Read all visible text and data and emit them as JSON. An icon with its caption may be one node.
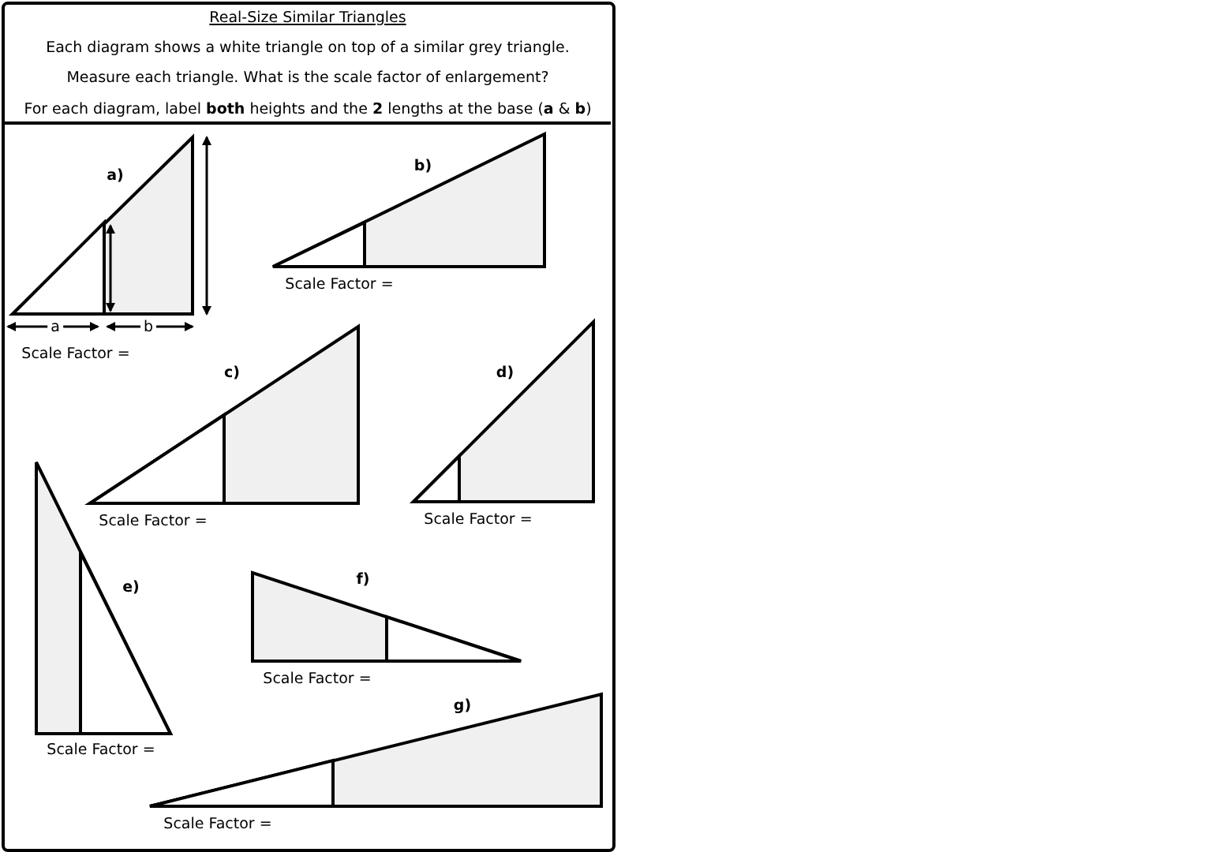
{
  "diagram": {
    "title": "Real-Size Similar Triangles",
    "labels": [
      "Each diagram shows a white triangle on top of a similar grey triangle.",
      "Measure each triangle. What is the scale factor of enlargement?",
      "For each diagram, label **both** heights and the **2** lengths at the base (**a** & **b**)",
      "a)",
      "b)",
      "Scale Factor =",
      "a",
      "b",
      "Scale Factor =",
      "c)",
      "d)",
      "Scale Factor =",
      "Scale Factor =",
      "e)",
      "f)",
      "Scale Factor =",
      "Scale Factor =",
      "g)",
      "Scale Factor ="
    ]
  }
}
